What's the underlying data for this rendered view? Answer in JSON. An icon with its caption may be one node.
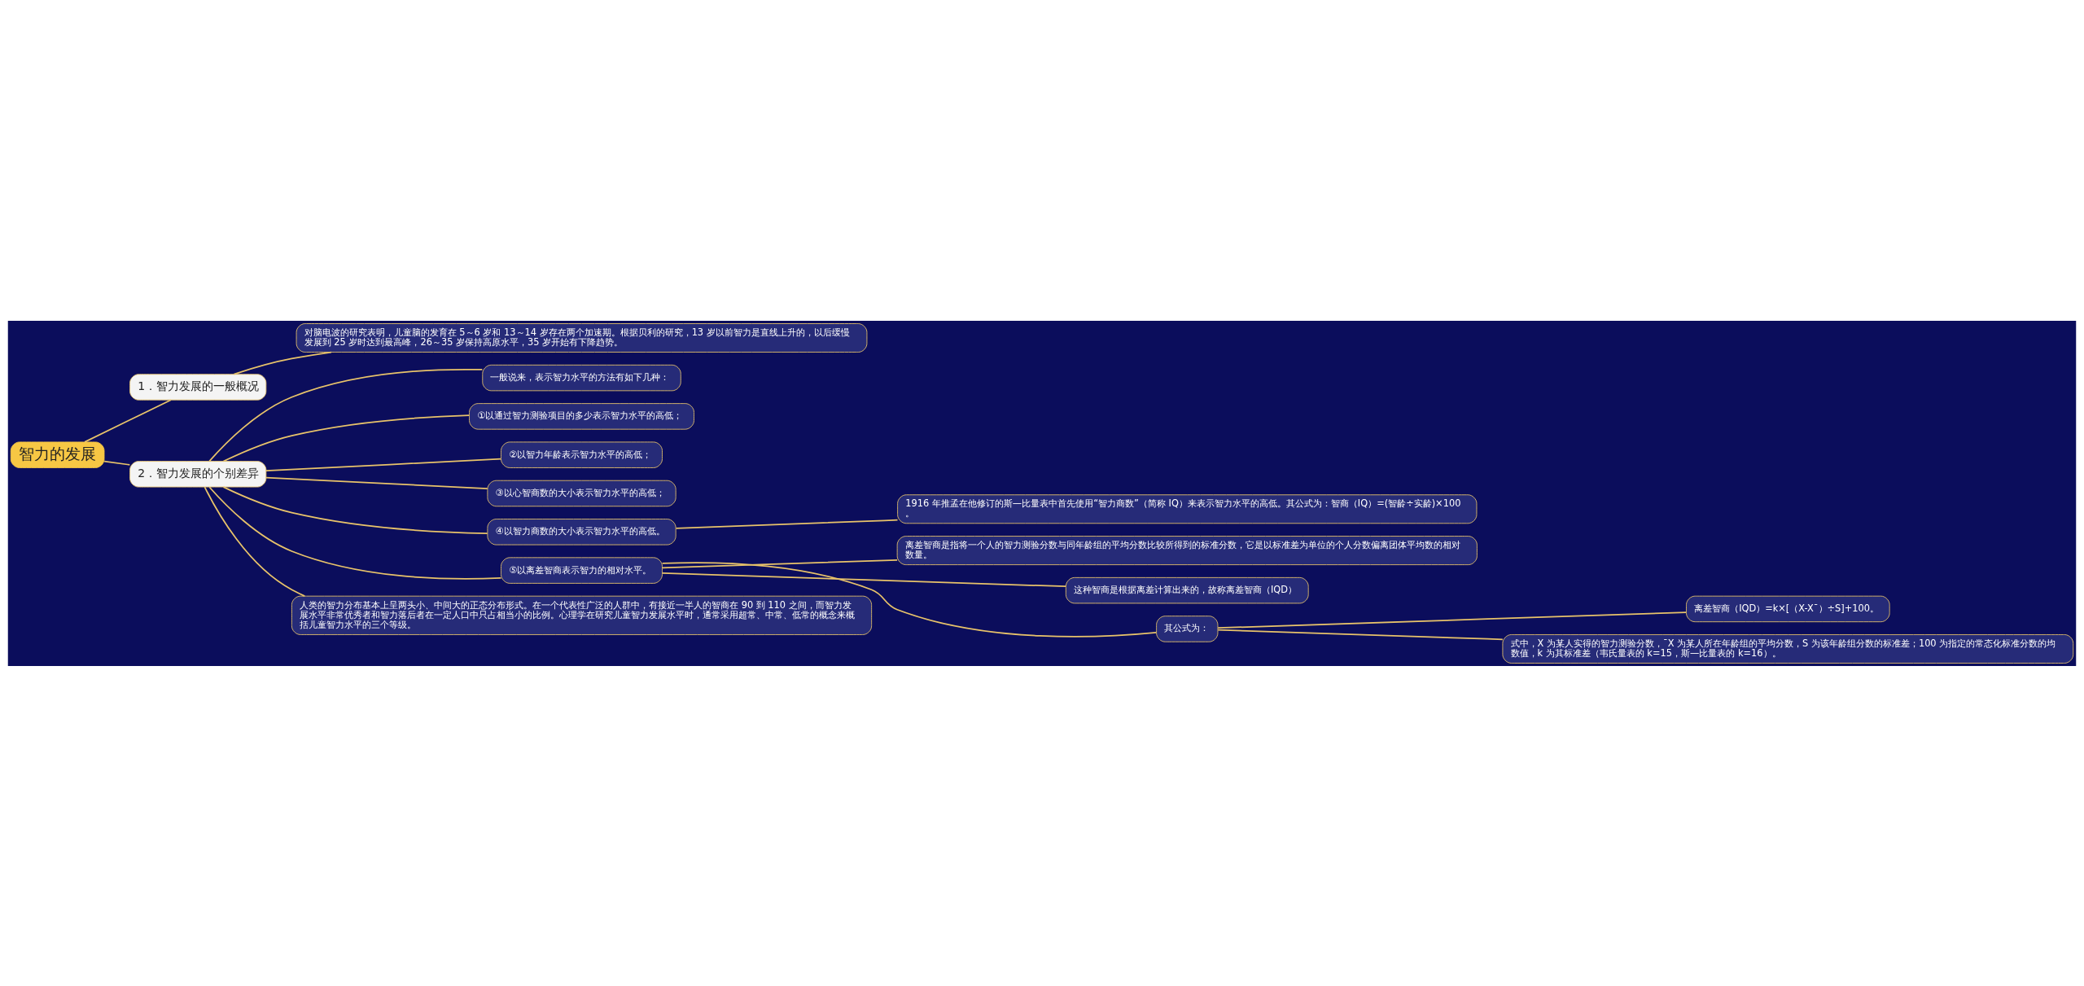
{
  "diagram": {
    "nodes": [
      {
        "text": [
          "智力的发展"
        ]
      },
      {
        "text": [
          "1．智力发展的一般概况"
        ]
      },
      {
        "text": [
          "对脑电波的研究表明，儿童脑的发育在 5～6 岁和 13～14 岁存在两个加速期。根据贝利的研究，13 岁以前智力是直线上升的，以后缓慢发展到 25 岁时达到最高峰，26～35 岁保持高原水平，35 岁开始有下降趋势。"
        ]
      },
      {
        "text": [
          "2．智力发展的个别差异"
        ]
      },
      {
        "text": [
          "一般说来，表示智力水平的方法有如下几种："
        ]
      },
      {
        "text": [
          "①以通过智力测验项目的多少表示智力水平的高低；"
        ]
      },
      {
        "text": [
          "②以智力年龄表示智力水平的高低；"
        ]
      },
      {
        "text": [
          "③以心智商数的大小表示智力水平的高低；"
        ]
      },
      {
        "text": [
          "④以智力商数的大小表示智力水平的高低。"
        ]
      },
      {
        "text": [
          "1916 年推孟在他修订的斯—比量表中首先使用“智力商数”（简称 IQ）来表示智力水平的高低。其公式为：智商（IQ）=(智龄÷实龄)×100 。"
        ]
      },
      {
        "text": [
          "⑤以离差智商表示智力的相对水平。"
        ]
      },
      {
        "text": [
          "离差智商是指将一个人的智力测验分数与同年龄组的平均分数比较所得到的标准分数，它是以标准差为单位的个人分数偏离团体平均数的相对数量。"
        ]
      },
      {
        "text": [
          "这种智商是根据离差计算出来的，故称离差智商（IQD）"
        ]
      },
      {
        "text": [
          "其公式为："
        ]
      },
      {
        "text": [
          "离差智商（IQD）=k×[（X-X¯）÷S]+100。"
        ]
      },
      {
        "text": [
          "式中，X 为某人实得的智力测验分数，¯X 为某人所在年龄组的平均分数，S 为该年龄组分数的标准差；100 为指定的常态化标准分数的均数值，k 为其标准差（韦氏量表的 k=15，斯—比量表的 k=16）。"
        ]
      },
      {
        "text": [
          "人类的智力分布基本上呈两头小、中间大的正态分布形式。在一个代表性广泛的人群中，有接近一半人的智商在 90 到 110 之间，而智力发展水平非常优秀者和智力落后者在一定人口中只占相当小的比例。心理学在研究儿童智力发展水平时，通常采用超常、中常、低常的概念来概括儿童智力水平的三个等级。"
        ]
      }
    ],
    "edges": [
      {
        "from": 0,
        "to": 1,
        "arrow": "none"
      },
      {
        "from": 1,
        "to": 2,
        "arrow": "none"
      },
      {
        "from": 0,
        "to": 3,
        "arrow": "none"
      },
      {
        "from": 3,
        "to": 4,
        "arrow": "none"
      },
      {
        "from": 3,
        "to": 5,
        "arrow": "none"
      },
      {
        "from": 3,
        "to": 6,
        "arrow": "none"
      },
      {
        "from": 3,
        "to": 7,
        "arrow": "none"
      },
      {
        "from": 3,
        "to": 8,
        "arrow": "none"
      },
      {
        "from": 8,
        "to": 9,
        "arrow": "none"
      },
      {
        "from": 3,
        "to": 10,
        "arrow": "none"
      },
      {
        "from": 10,
        "to": 11,
        "arrow": "none"
      },
      {
        "from": 10,
        "to": 12,
        "arrow": "none"
      },
      {
        "from": 10,
        "to": 13,
        "arrow": "none"
      },
      {
        "from": 13,
        "to": 14,
        "arrow": "none"
      },
      {
        "from": 13,
        "to": 15,
        "arrow": "none"
      },
      {
        "from": 3,
        "to": 16,
        "arrow": "none"
      }
    ]
  }
}
